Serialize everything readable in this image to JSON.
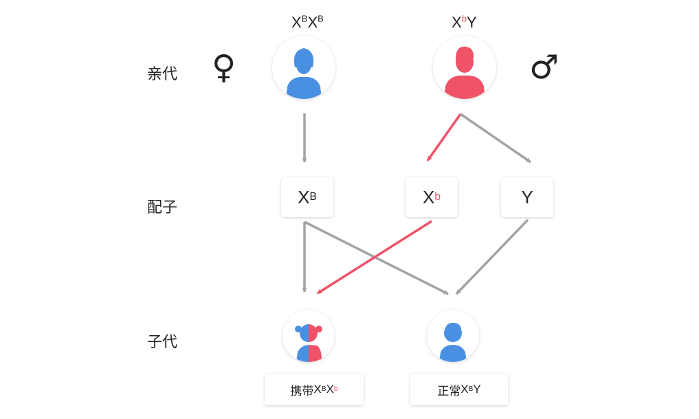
{
  "rows": {
    "parent": "亲代",
    "gamete": "配子",
    "offspring": "子代"
  },
  "symbols": {
    "female": "♀",
    "male": "♂"
  },
  "parents": {
    "female": {
      "base1": "X",
      "sup1": "B",
      "base2": "X",
      "sup2": "B"
    },
    "male": {
      "base1": "X",
      "sup1": "b",
      "base2": "Y"
    }
  },
  "gametes": [
    {
      "base": "X",
      "sup": "B"
    },
    {
      "base": "X",
      "sup": "b"
    },
    {
      "base": "Y",
      "sup": ""
    }
  ],
  "offspring": [
    {
      "prefix": "携带",
      "base1": "X",
      "sup1": "B",
      "base2": "X",
      "sup2": "b"
    },
    {
      "prefix": "正常",
      "base1": "X",
      "sup1": "B",
      "base2": "Y"
    }
  ],
  "colors": {
    "female": "#4a90e2",
    "male": "#f05268",
    "arrow_gray": "#a3a3a3",
    "arrow_red": "#f05268"
  }
}
